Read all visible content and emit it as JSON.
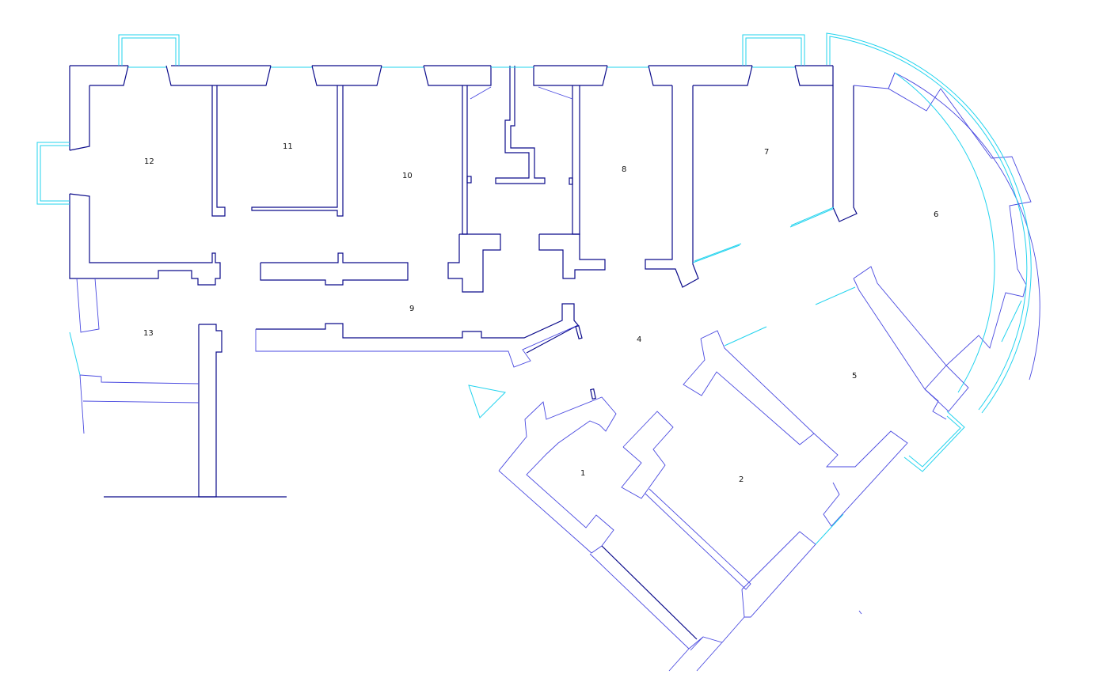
{
  "colors": {
    "background": "#ffffff",
    "walls": "#0a0a8a",
    "walls_thin": "#4a4ae0",
    "windows": "#22d3ee",
    "labels": "#111111"
  },
  "rooms": [
    {
      "id": "1",
      "label": "1"
    },
    {
      "id": "2",
      "label": "2"
    },
    {
      "id": "4",
      "label": "4"
    },
    {
      "id": "5",
      "label": "5"
    },
    {
      "id": "6",
      "label": "6"
    },
    {
      "id": "7",
      "label": "7"
    },
    {
      "id": "8",
      "label": "8"
    },
    {
      "id": "9",
      "label": "9"
    },
    {
      "id": "10",
      "label": "10"
    },
    {
      "id": "11",
      "label": "11"
    },
    {
      "id": "12",
      "label": "12"
    },
    {
      "id": "13",
      "label": "13"
    }
  ]
}
